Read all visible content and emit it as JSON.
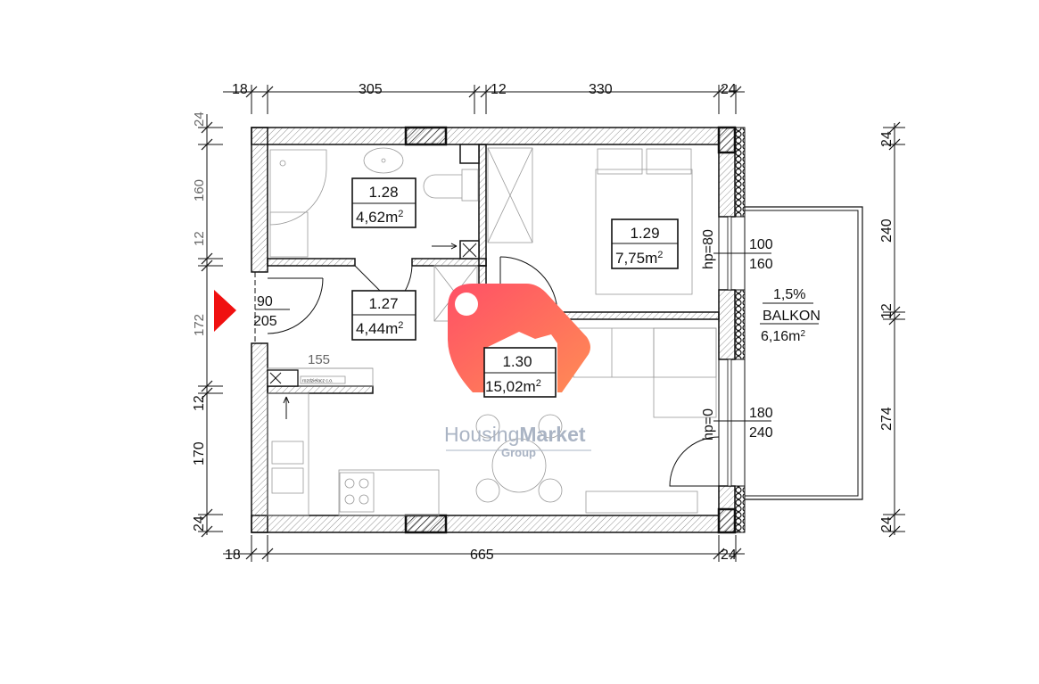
{
  "dimensions": {
    "top": [
      "18",
      "305",
      "12",
      "330",
      "24"
    ],
    "bottom": [
      "18",
      "665",
      "24"
    ],
    "left": [
      "24",
      "160",
      "12",
      "172",
      "12",
      "170",
      "24"
    ],
    "right": [
      "24",
      "240",
      "12",
      "274",
      "24"
    ],
    "hallway_width": "155"
  },
  "rooms": [
    {
      "number": "1.28",
      "area": "4,62m",
      "sup": "2"
    },
    {
      "number": "1.27",
      "area": "4,44m",
      "sup": "2"
    },
    {
      "number": "1.29",
      "area": "7,75m",
      "sup": "2"
    },
    {
      "number": "1.30",
      "area": "15,02m",
      "sup": "2"
    }
  ],
  "balcony": {
    "slope": "1,5%",
    "label": "BALKON",
    "area": "6,16m",
    "sup": "2"
  },
  "doors": {
    "entrance": {
      "width": "90",
      "height": "205"
    }
  },
  "windows": [
    {
      "width": "100",
      "height": "160",
      "sill": "hp=80"
    },
    {
      "width": "180",
      "height": "240",
      "sill": "hp=0"
    }
  ],
  "annotations": {
    "manifold": "rozdzielacz c.o."
  },
  "watermark": {
    "brand": "Housing",
    "brand_bold": "Market",
    "sub": "Group"
  },
  "colors": {
    "entrance_marker": "#f01010",
    "logo_start": "#ff5a6a",
    "logo_end": "#ff8a55",
    "logo_text": "#aab4c4"
  }
}
